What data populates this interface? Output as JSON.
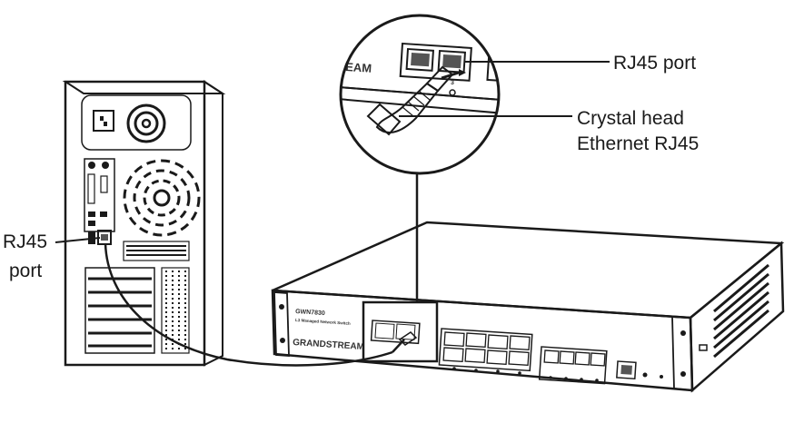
{
  "callouts": {
    "rj45_port_top": "RJ45 port",
    "crystal_head_line1": "Crystal head",
    "crystal_head_line2": "Ethernet RJ45",
    "rj45_left_line1": "RJ45",
    "rj45_left_line2": "port"
  },
  "device": {
    "brand": "GRANDSTREAM",
    "brand_zoom": "EAM",
    "model": "GWN7830",
    "subtitle": "L3 Managed Network Switch"
  },
  "colors": {
    "ink": "#1a1a1a",
    "background": "#ffffff",
    "shade": "#e9e9e9"
  }
}
